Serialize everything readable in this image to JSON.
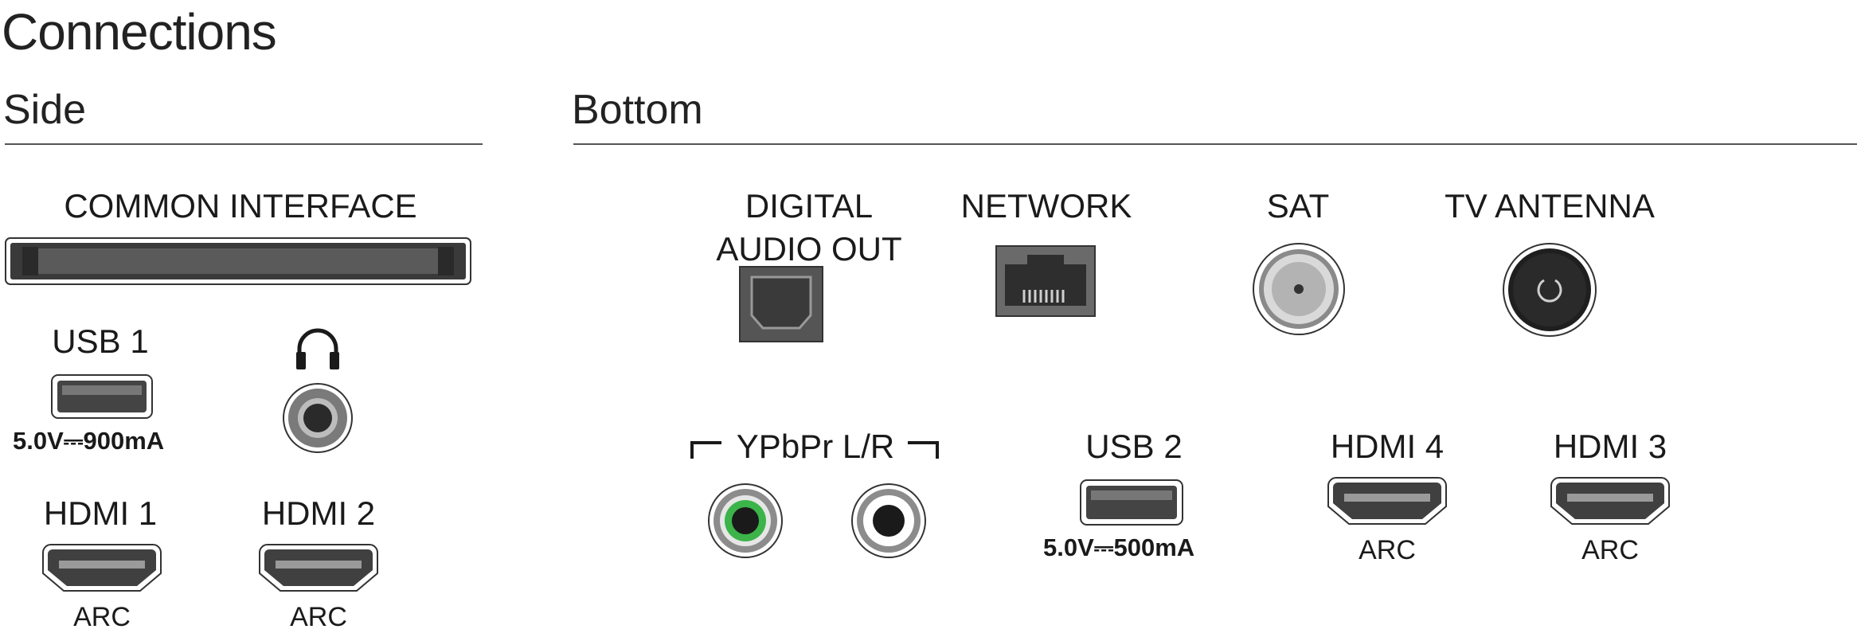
{
  "title": "Connections",
  "side": {
    "heading": "Side",
    "common_interface": "COMMON INTERFACE",
    "usb1": {
      "label": "USB 1",
      "spec": "5.0V⎓900mA"
    },
    "headphones_icon": "headphones-icon",
    "hdmi1": {
      "label": "HDMI 1",
      "sub": "ARC"
    },
    "hdmi2": {
      "label": "HDMI 2",
      "sub": "ARC"
    }
  },
  "bottom": {
    "heading": "Bottom",
    "digital_audio_out": "DIGITAL\nAUDIO OUT",
    "network": "NETWORK",
    "sat": "SAT",
    "tv_antenna": "TV ANTENNA",
    "ypbpr": "YPbPr L/R",
    "usb2": {
      "label": "USB 2",
      "spec": "5.0V⎓500mA"
    },
    "hdmi4": {
      "label": "HDMI 4",
      "sub": "ARC"
    },
    "hdmi3": {
      "label": "HDMI 3",
      "sub": "ARC"
    }
  },
  "colors": {
    "ycomponent_ring": "#3cb44a",
    "port_dark": "#4a4a4a",
    "port_mid": "#8c8c8c"
  }
}
